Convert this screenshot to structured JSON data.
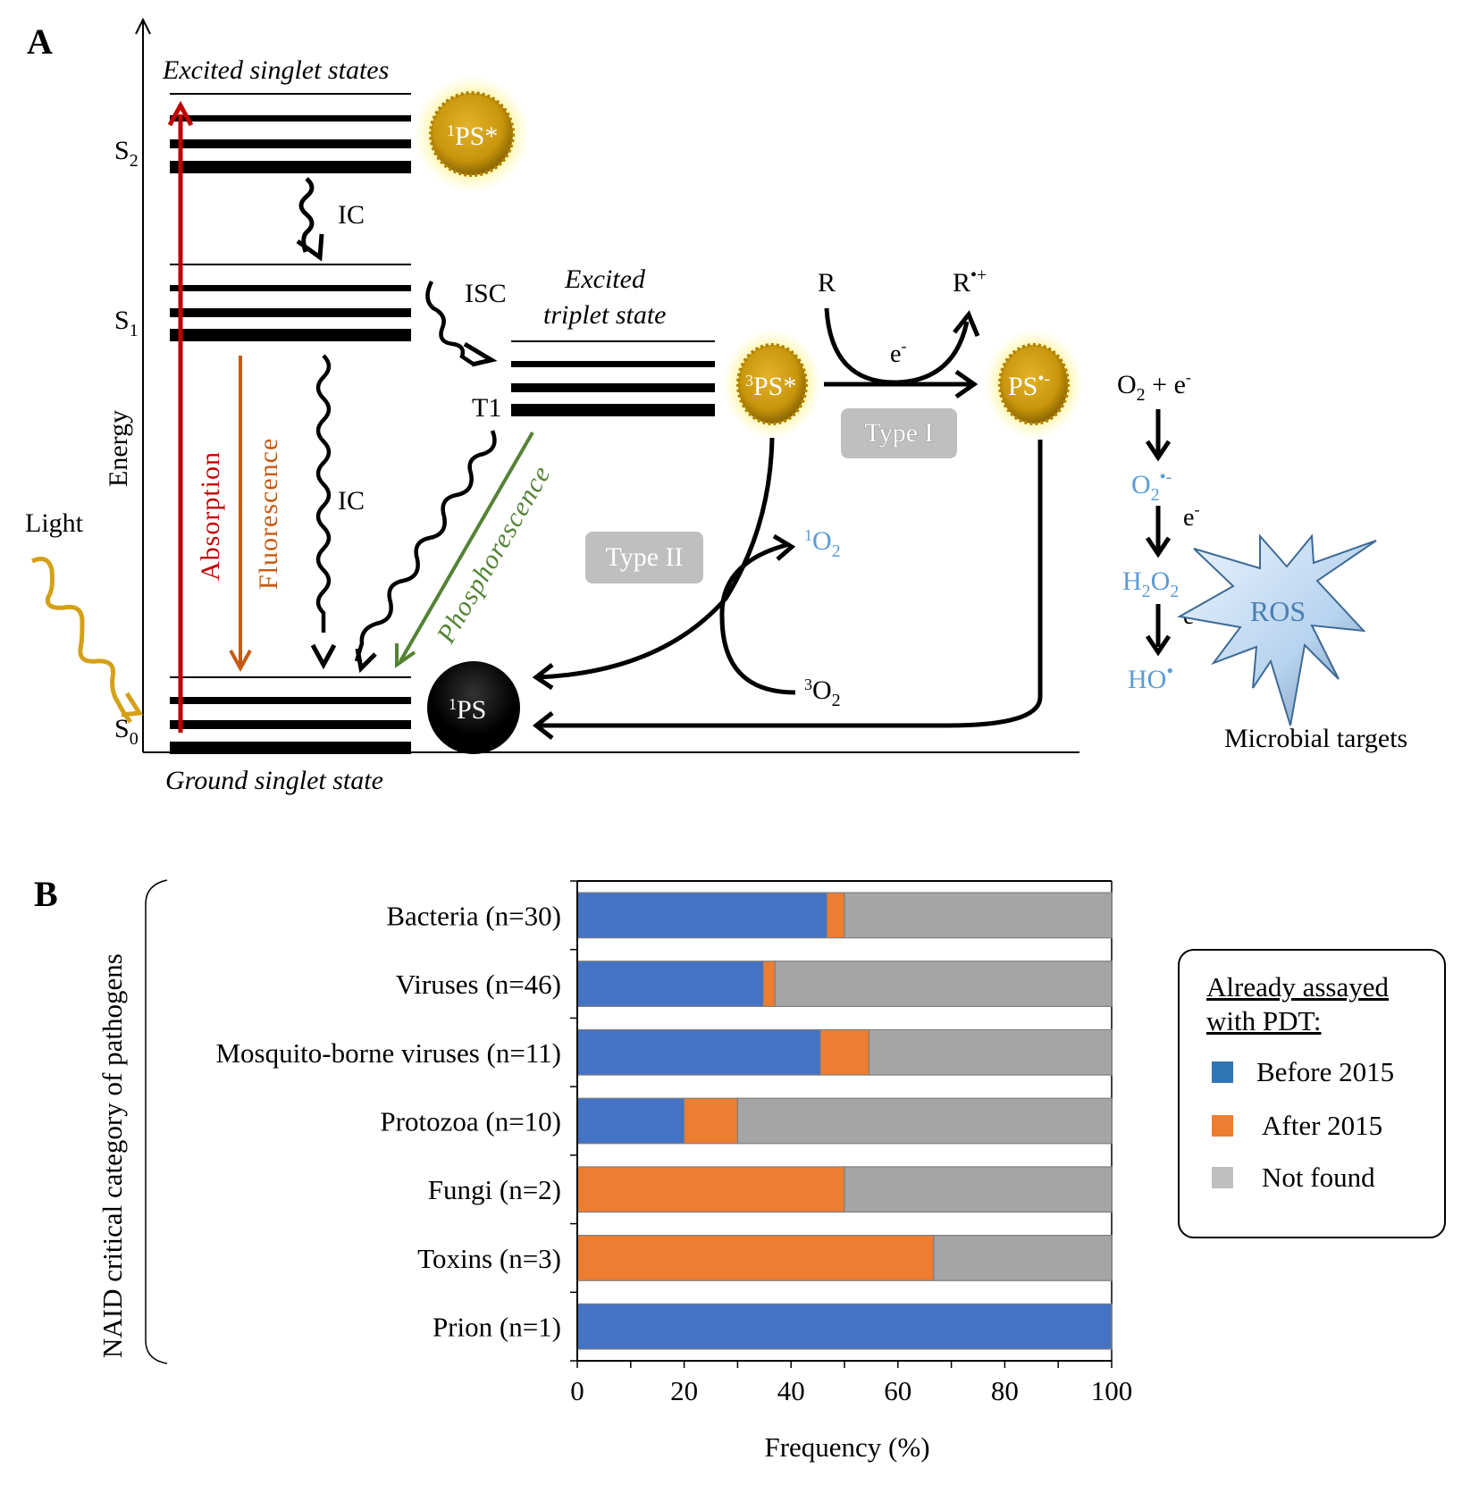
{
  "panel_a": {
    "label": "A",
    "y_axis_label": "Energy",
    "excited_singlet_label": "Excited singlet states",
    "ground_singlet_label": "Ground singlet state",
    "excited_triplet_label_line1": "Excited",
    "excited_triplet_label_line2": "triplet state",
    "levels": {
      "s2": "S",
      "s2_sub": "2",
      "s1": "S",
      "s1_sub": "1",
      "s0": "S",
      "s0_sub": "0",
      "t1": "T1"
    },
    "light_label": "Light",
    "processes": {
      "absorption": "Absorption",
      "fluorescence": "Fluorescence",
      "ic_top": "IC",
      "ic_bottom": "IC",
      "isc": "ISC",
      "phosphorescence": "Phosphorescence"
    },
    "molecules": {
      "ps_singlet_excited": {
        "sup": "1",
        "text": "PS*"
      },
      "ps_triplet_excited": {
        "sup": "3",
        "text": "PS*"
      },
      "ps_radical_anion": {
        "text": "PS",
        "sup": "•-"
      },
      "ps_ground": {
        "sup": "1",
        "text": "PS"
      }
    },
    "type1": {
      "badge": "Type I",
      "substrate": "R",
      "product": "R",
      "product_sup": "•+",
      "electron": "e",
      "electron_sup": "-"
    },
    "type2": {
      "badge": "Type II",
      "singlet_oxygen": {
        "sup": "1",
        "text": "O",
        "sub": "2"
      },
      "triplet_oxygen": {
        "sup": "3",
        "text": "O",
        "sub": "2"
      }
    },
    "ros_cascade": {
      "start": {
        "text": "O",
        "sub": "2",
        "rest": " + e",
        "sup": "-"
      },
      "superoxide": {
        "text": "O",
        "sub": "2",
        "sup": "•-"
      },
      "peroxide": {
        "t1": "H",
        "s1": "2",
        "t2": "O",
        "s2": "2"
      },
      "hydroxyl": {
        "text": "HO",
        "sup": "•"
      },
      "electron_label": "e",
      "electron_sup": "-"
    },
    "ros_burst": "ROS",
    "microbial_targets": "Microbial targets",
    "colors": {
      "absorption": "#c00000",
      "fluorescence": "#c55a11",
      "phosphorescence": "#548235",
      "light": "#d4a017",
      "ps_gold": "#c8960c",
      "ros_blue": "#5b9bd5",
      "badge_gray": "#bfbfbf"
    }
  },
  "panel_b": {
    "label": "B",
    "legend": {
      "title_line1": "Already assayed",
      "title_line2": "with PDT:",
      "items": [
        {
          "label": "Before 2015",
          "color": "#2e75b6"
        },
        {
          "label": "After 2015",
          "color": "#ed7d31"
        },
        {
          "label": "Not found",
          "color": "#bfbfbf"
        }
      ]
    }
  },
  "chart_data": {
    "type": "bar",
    "orientation": "horizontal-stacked",
    "title": "",
    "xlabel": "Frequency (%)",
    "ylabel": "NAID critical category of pathogens",
    "xlim": [
      0,
      100
    ],
    "xticks": [
      "0",
      "20",
      "40",
      "60",
      "80",
      "100"
    ],
    "categories": [
      "Bacteria (n=30)",
      "Viruses (n=46)",
      "Mosquito-borne viruses (n=11)",
      "Protozoa (n=10)",
      "Fungi (n=2)",
      "Toxins (n=3)",
      "Prion (n=1)"
    ],
    "series": [
      {
        "name": "Before 2015",
        "color": "#4472c4",
        "values": [
          46.7,
          34.8,
          45.5,
          20.0,
          0,
          0,
          100
        ]
      },
      {
        "name": "After 2015",
        "color": "#ed7d31",
        "values": [
          3.3,
          2.2,
          9.1,
          10.0,
          50.0,
          66.7,
          0
        ]
      },
      {
        "name": "Not found",
        "color": "#a5a5a5",
        "values": [
          50.0,
          63.0,
          45.4,
          70.0,
          50.0,
          33.3,
          0
        ]
      }
    ],
    "legend": "right",
    "grid": false
  }
}
